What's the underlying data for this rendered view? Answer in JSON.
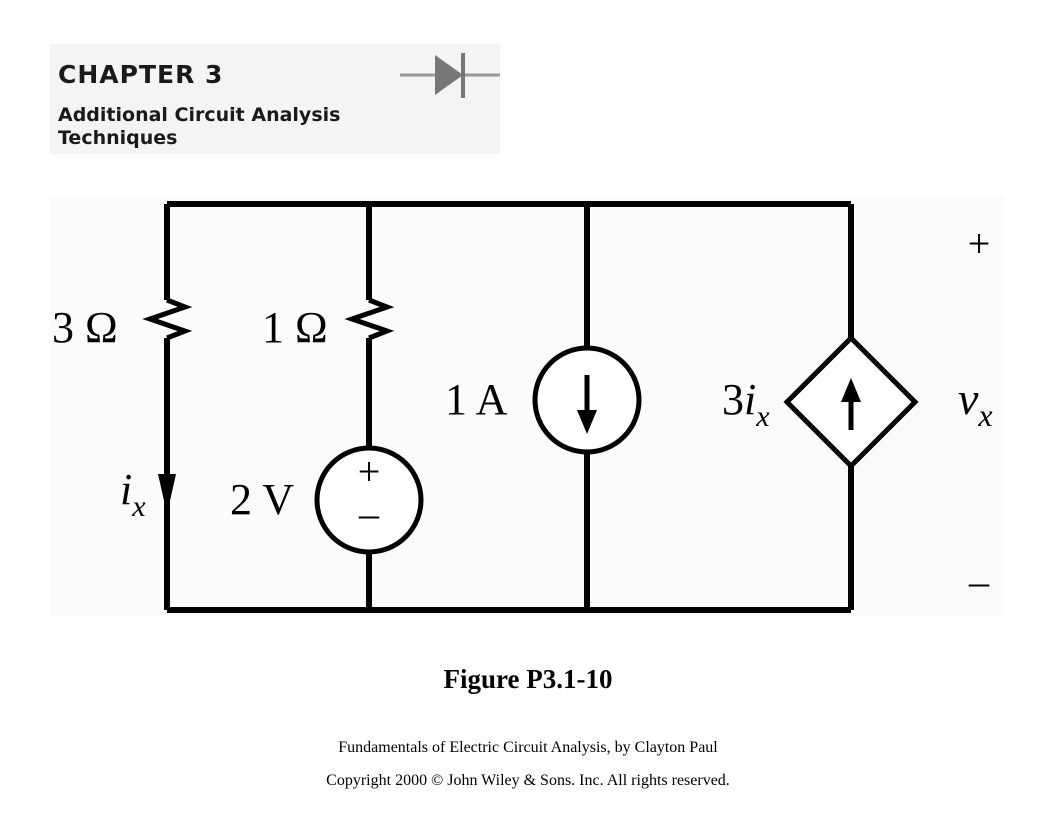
{
  "banner": {
    "title": "CHAPTER 3",
    "subtitle_line1": "Additional Circuit Analysis",
    "subtitle_line2": "Techniques"
  },
  "circuit": {
    "resistor_left": "3 Ω",
    "resistor_mid": "1 Ω",
    "voltage_source": "2 V",
    "voltage_source_plus": "+",
    "voltage_source_minus": "–",
    "current_source": "1 A",
    "dependent_source_coef": "3",
    "dependent_source_var": "i",
    "dependent_source_sub": "x",
    "current_label_var": "i",
    "current_label_sub": "x",
    "voltage_label_var": "v",
    "voltage_label_sub": "x",
    "voltage_plus": "+",
    "voltage_minus": "–"
  },
  "caption": "Figure P3.1-10",
  "footer": {
    "line1": "Fundamentals of Electric Circuit Analysis, by Clayton Paul",
    "line2": "Copyright 2000 © John Wiley & Sons. Inc. All rights reserved."
  }
}
